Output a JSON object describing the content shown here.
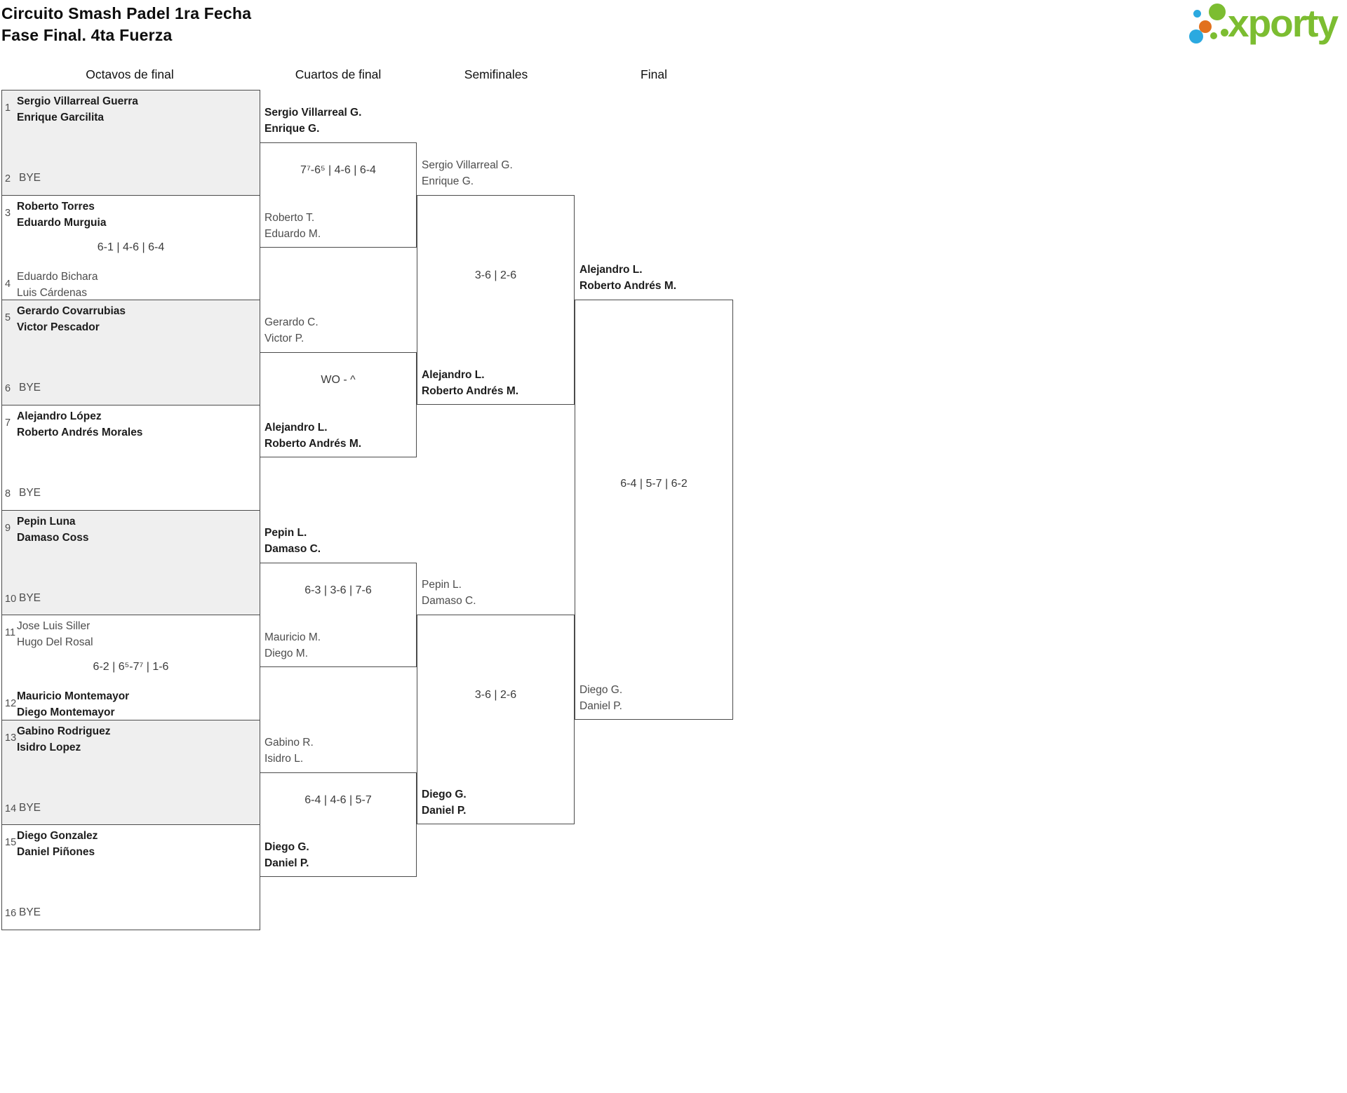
{
  "header": {
    "title_line1": "Circuito Smash Padel 1ra Fecha",
    "title_line2": "Fase Final. 4ta Fuerza",
    "logo_text": "xporty"
  },
  "brand_colors": {
    "green": "#7cbd31",
    "blue": "#2ba9e0",
    "orange": "#e2711d",
    "shaded_row": "#efefef",
    "border": "#4b4b4b"
  },
  "columns": [
    "Octavos de final",
    "Cuartos de final",
    "Semifinales",
    "Final"
  ],
  "rounds": {
    "octavos": [
      {
        "seed1": "1",
        "team1": [
          "Sergio Villarreal Guerra",
          "Enrique Garcilita"
        ],
        "team1_winner": true,
        "score": "",
        "seed2": "2",
        "team2": [
          "BYE"
        ],
        "team2_winner": false,
        "bye": true
      },
      {
        "seed1": "3",
        "team1": [
          "Roberto Torres",
          "Eduardo Murguia"
        ],
        "team1_winner": true,
        "score": "6-1 | 4-6 | 6-4",
        "seed2": "4",
        "team2": [
          "Eduardo Bichara",
          "Luis Cárdenas"
        ],
        "team2_winner": false,
        "bye": false
      },
      {
        "seed1": "5",
        "team1": [
          "Gerardo Covarrubias",
          "Victor Pescador"
        ],
        "team1_winner": true,
        "score": "",
        "seed2": "6",
        "team2": [
          "BYE"
        ],
        "team2_winner": false,
        "bye": true
      },
      {
        "seed1": "7",
        "team1": [
          "Alejandro López",
          "Roberto Andrés Morales"
        ],
        "team1_winner": true,
        "score": "",
        "seed2": "8",
        "team2": [
          "BYE"
        ],
        "team2_winner": false,
        "bye": true
      },
      {
        "seed1": "9",
        "team1": [
          "Pepin Luna",
          "Damaso Coss"
        ],
        "team1_winner": true,
        "score": "",
        "seed2": "10",
        "team2": [
          "BYE"
        ],
        "team2_winner": false,
        "bye": true
      },
      {
        "seed1": "11",
        "team1": [
          "Jose Luis Siller",
          "Hugo Del Rosal"
        ],
        "team1_winner": false,
        "score": "6-2 | 6⁵-7⁷ | 1-6",
        "seed2": "12",
        "team2": [
          "Mauricio Montemayor",
          "Diego Montemayor"
        ],
        "team2_winner": true,
        "bye": false
      },
      {
        "seed1": "13",
        "team1": [
          "Gabino Rodriguez",
          "Isidro Lopez"
        ],
        "team1_winner": true,
        "score": "",
        "seed2": "14",
        "team2": [
          "BYE"
        ],
        "team2_winner": false,
        "bye": true
      },
      {
        "seed1": "15",
        "team1": [
          "Diego Gonzalez",
          "Daniel Piñones"
        ],
        "team1_winner": true,
        "score": "",
        "seed2": "16",
        "team2": [
          "BYE"
        ],
        "team2_winner": false,
        "bye": true
      }
    ],
    "cuartos": [
      {
        "top": [
          "Sergio Villarreal G.",
          "Enrique G."
        ],
        "top_winner": true,
        "score": "7⁷-6⁵ | 4-6 | 6-4",
        "bottom": [
          "Roberto T.",
          "Eduardo M."
        ],
        "bottom_winner": false
      },
      {
        "top": [
          "Gerardo C.",
          "Victor P."
        ],
        "top_winner": false,
        "score": "WO - ^",
        "bottom": [
          "Alejandro L.",
          "Roberto Andrés M."
        ],
        "bottom_winner": true
      },
      {
        "top": [
          "Pepin L.",
          "Damaso C."
        ],
        "top_winner": true,
        "score": "6-3 | 3-6 | 7-6",
        "bottom": [
          "Mauricio M.",
          "Diego M."
        ],
        "bottom_winner": false
      },
      {
        "top": [
          "Gabino R.",
          "Isidro L."
        ],
        "top_winner": false,
        "score": "6-4 | 4-6 | 5-7",
        "bottom": [
          "Diego G.",
          "Daniel P."
        ],
        "bottom_winner": true
      }
    ],
    "semifinales": [
      {
        "top": [
          "Sergio Villarreal G.",
          "Enrique G."
        ],
        "top_winner": false,
        "score": "3-6 | 2-6",
        "bottom": [
          "Alejandro L.",
          "Roberto Andrés M."
        ],
        "bottom_winner": true
      },
      {
        "top": [
          "Pepin L.",
          "Damaso C."
        ],
        "top_winner": false,
        "score": "3-6 | 2-6",
        "bottom": [
          "Diego G.",
          "Daniel P."
        ],
        "bottom_winner": true
      }
    ],
    "final": [
      {
        "top": [
          "Alejandro L.",
          "Roberto Andrés M."
        ],
        "top_winner": true,
        "score": "6-4 | 5-7 | 6-2",
        "bottom": [
          "Diego G.",
          "Daniel P."
        ],
        "bottom_winner": false
      }
    ]
  }
}
